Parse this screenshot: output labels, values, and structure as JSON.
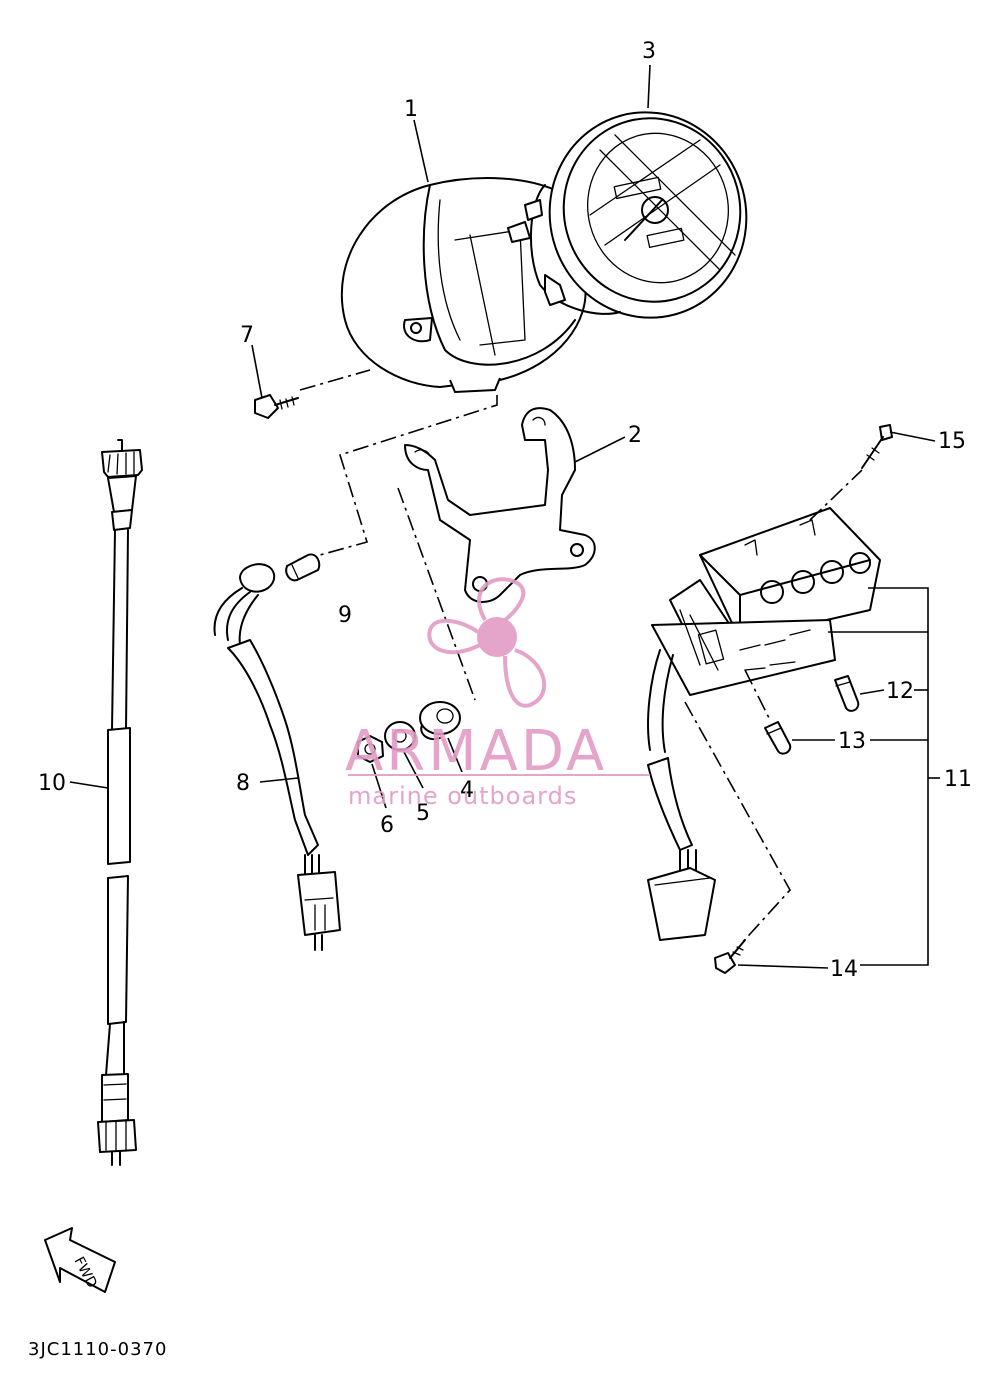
{
  "diagram": {
    "code": "3JC1110-0370",
    "fwd_label": "FWD"
  },
  "callouts": [
    {
      "id": "1",
      "label": "1"
    },
    {
      "id": "2",
      "label": "2"
    },
    {
      "id": "3",
      "label": "3"
    },
    {
      "id": "4",
      "label": "4"
    },
    {
      "id": "5",
      "label": "5"
    },
    {
      "id": "6",
      "label": "6"
    },
    {
      "id": "7",
      "label": "7"
    },
    {
      "id": "8",
      "label": "8"
    },
    {
      "id": "9",
      "label": "9"
    },
    {
      "id": "10",
      "label": "10"
    },
    {
      "id": "11",
      "label": "11"
    },
    {
      "id": "12",
      "label": "12"
    },
    {
      "id": "13",
      "label": "13"
    },
    {
      "id": "14",
      "label": "14"
    },
    {
      "id": "15",
      "label": "15"
    }
  ],
  "watermark": {
    "brand": "ARMADA",
    "tagline": "marine outboards",
    "color": "#e39bc5"
  }
}
